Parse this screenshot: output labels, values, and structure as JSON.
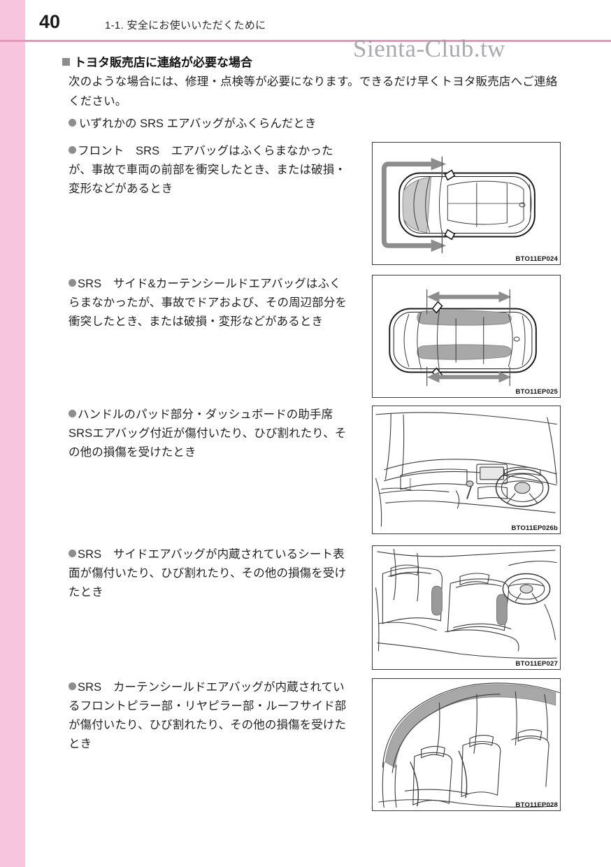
{
  "page": {
    "number": "40",
    "header_title": "1-1. 安全にお使いいただくために",
    "watermark": "Sienta-Club.tw"
  },
  "section": {
    "heading": "トヨタ販売店に連絡が必要な場合",
    "intro": "次のような場合には、修理・点検等が必要になります。できるだけ早くトヨタ販売店へご連絡ください。",
    "lead_bullet": "いずれかの SRS エアバッグがふくらんだとき"
  },
  "items": [
    {
      "text": "フロント　SRS　エアバッグはふくらまなかったが、事故で車両の前部を衝突したとき、または破損・変形などがあるとき",
      "figure_code": "BTO11EP024",
      "figure_kind": "car-top-front-impact"
    },
    {
      "text": "SRS　サイド&カーテンシールドエアバッグはふくらまなかったが、事故でドアおよび、その周辺部分を衝突したとき、または破損・変形などがあるとき",
      "figure_code": "BTO11EP025",
      "figure_kind": "car-top-side-impact"
    },
    {
      "text": "ハンドルのパッド部分・ダッシュボードの助手席SRSエアバッグ付近が傷付いたり、ひび割れたり、その他の損傷を受けたとき",
      "figure_code": "BTO11EP026b",
      "figure_kind": "dashboard-interior"
    },
    {
      "text": "SRS　サイドエアバッグが内蔵されているシート表面が傷付いたり、ひび割れたり、その他の損傷を受けたとき",
      "figure_code": "BTO11EP027",
      "figure_kind": "seats-interior"
    },
    {
      "text": "SRS　カーテンシールドエアバッグが内蔵されているフロントピラー部・リヤピラー部・ルーフサイド部が傷付いたり、ひび割れたり、その他の損傷を受けたとき",
      "figure_code": "BTO11EP028",
      "figure_kind": "pillar-interior"
    }
  ],
  "colors": {
    "edge_band": "#f7c6de",
    "header_rule": "#e894bd",
    "marker": "#8d8d8d",
    "text": "#222222",
    "figure_border": "#3a3a3a",
    "figure_gray": "#a8a8a8"
  }
}
